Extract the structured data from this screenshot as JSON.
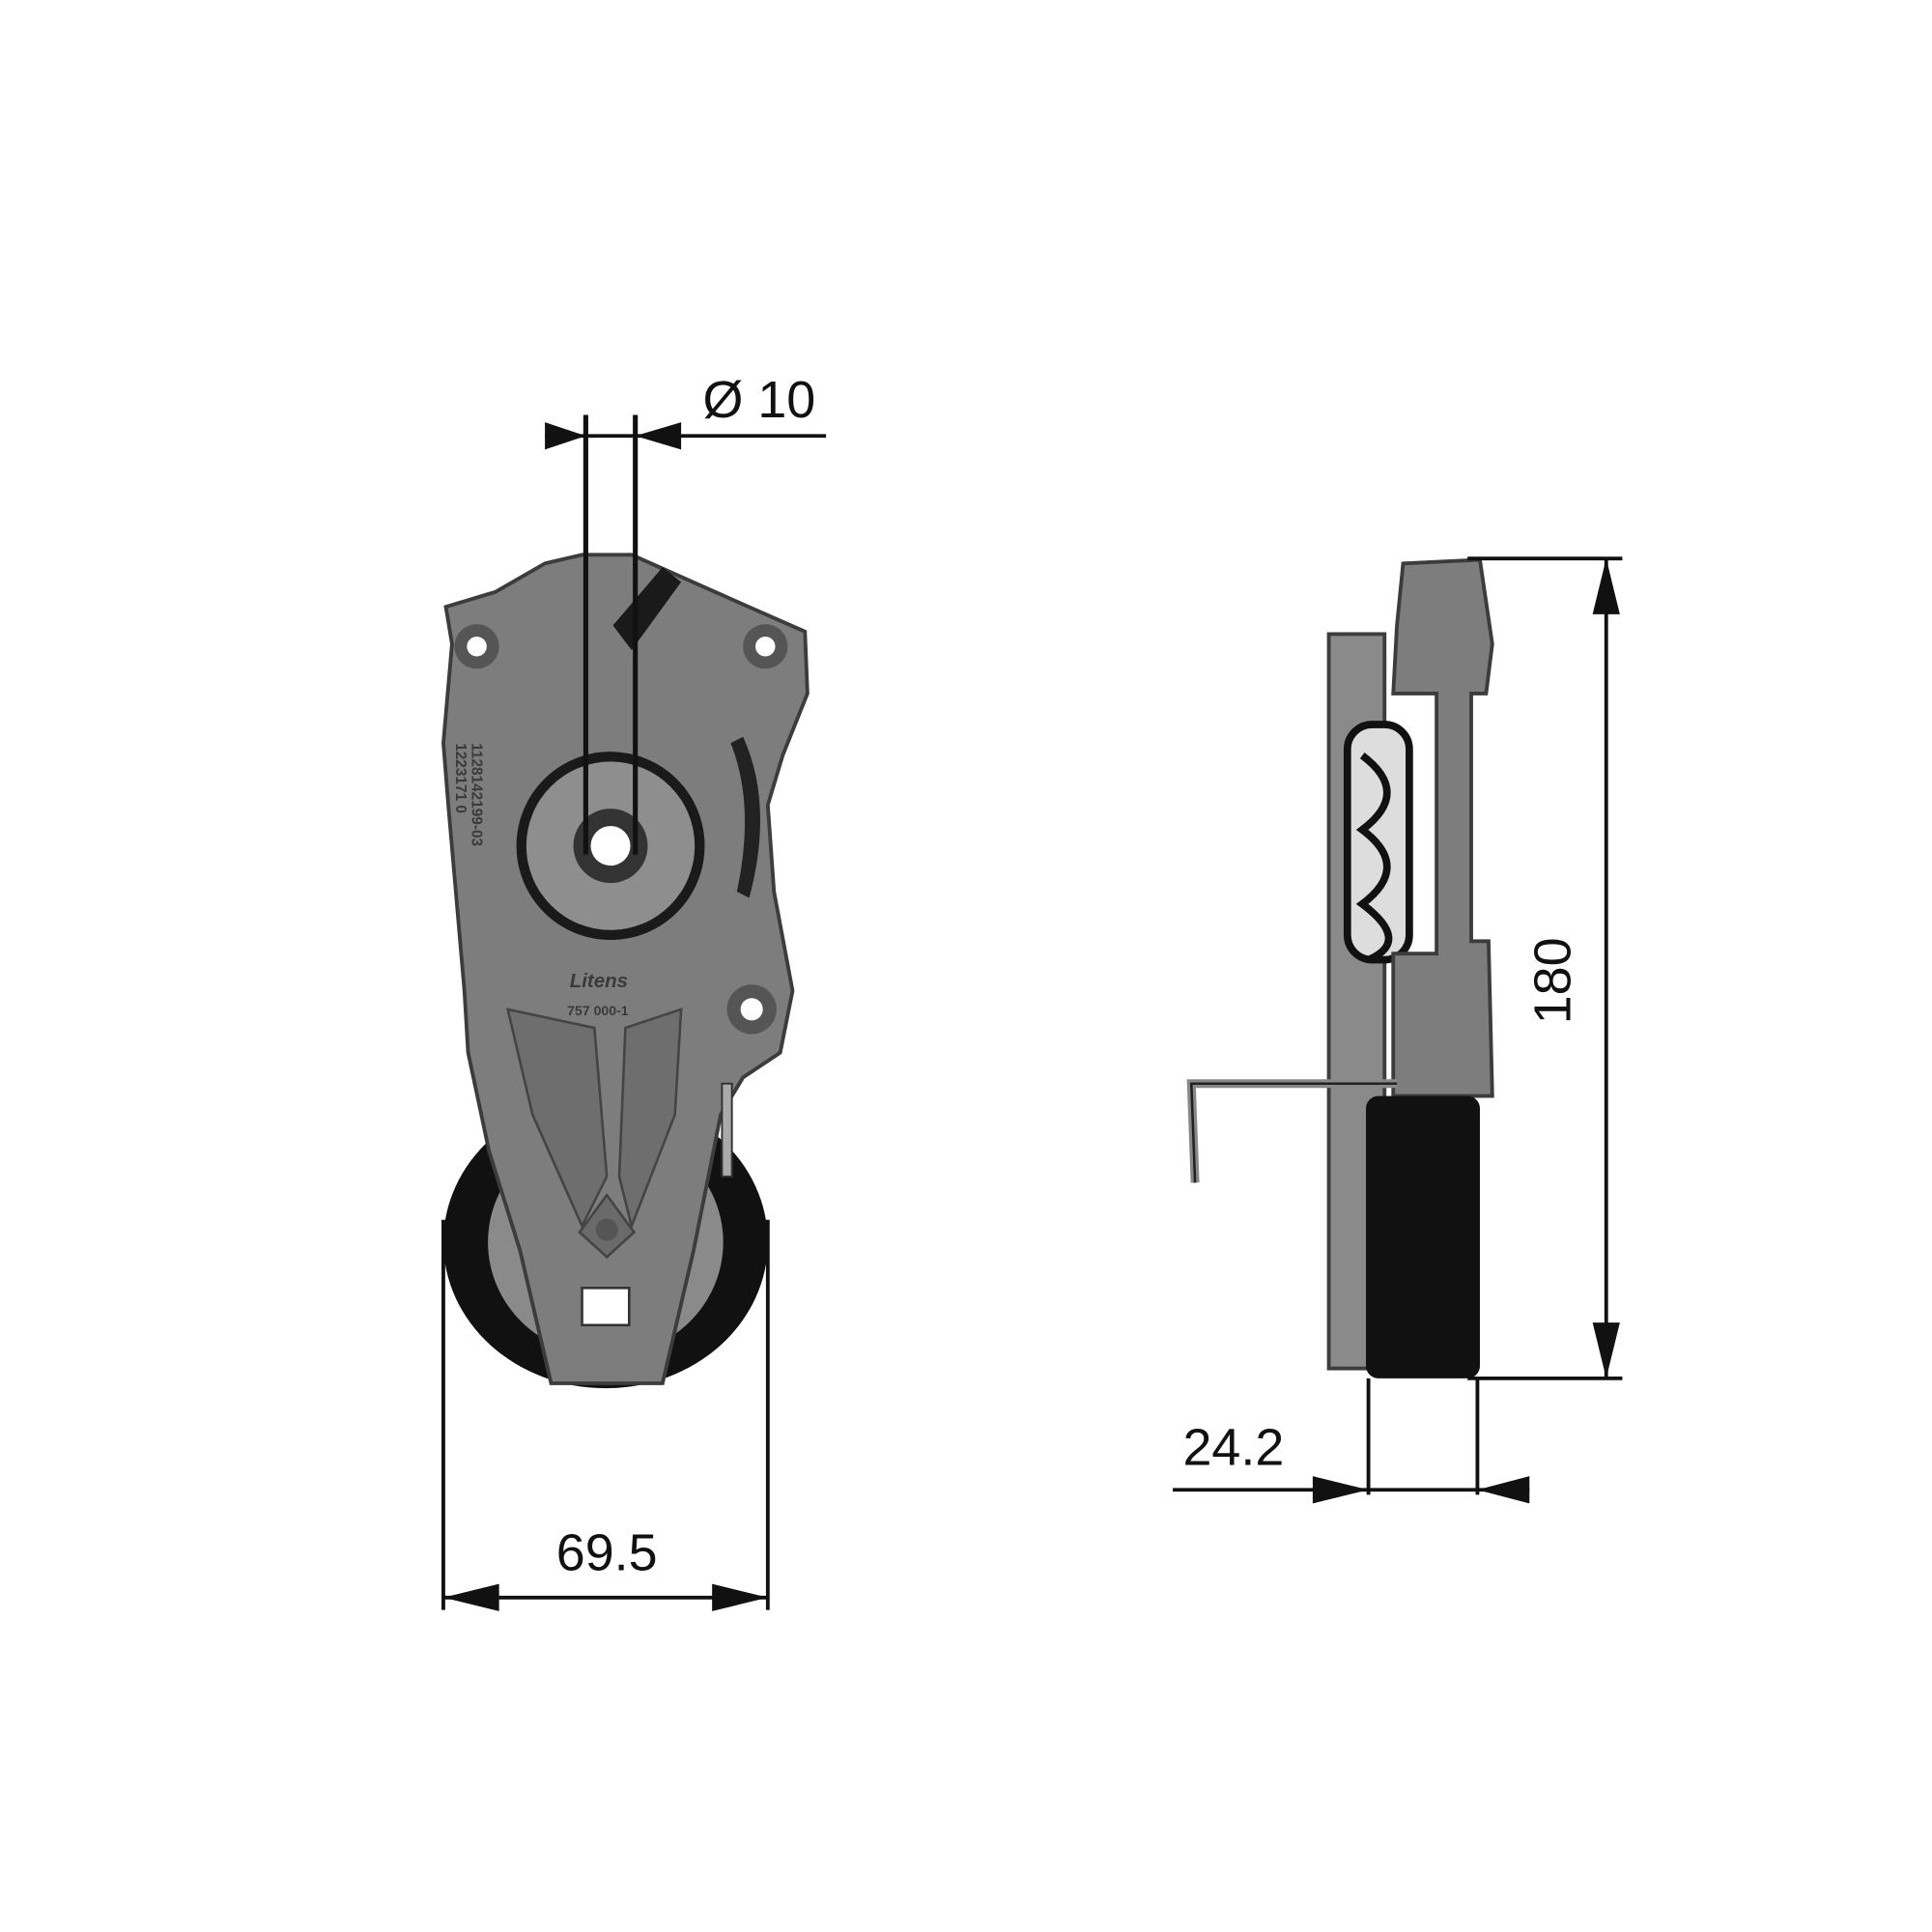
{
  "dimensions": {
    "bore_diameter": "Ø 10",
    "pulley_width_front": "69.5",
    "overall_height": "180",
    "pulley_depth": "24.2"
  },
  "part_markings": {
    "brand": "Litens",
    "part_number": "757 000-1",
    "code_line_1": "1128142199-03",
    "code_line_2": "1223171 0"
  },
  "colors": {
    "metal": "#7d7d7d",
    "metal_dark": "#4a4a4a",
    "pulley": "#111111",
    "dimension_line": "#111111"
  }
}
